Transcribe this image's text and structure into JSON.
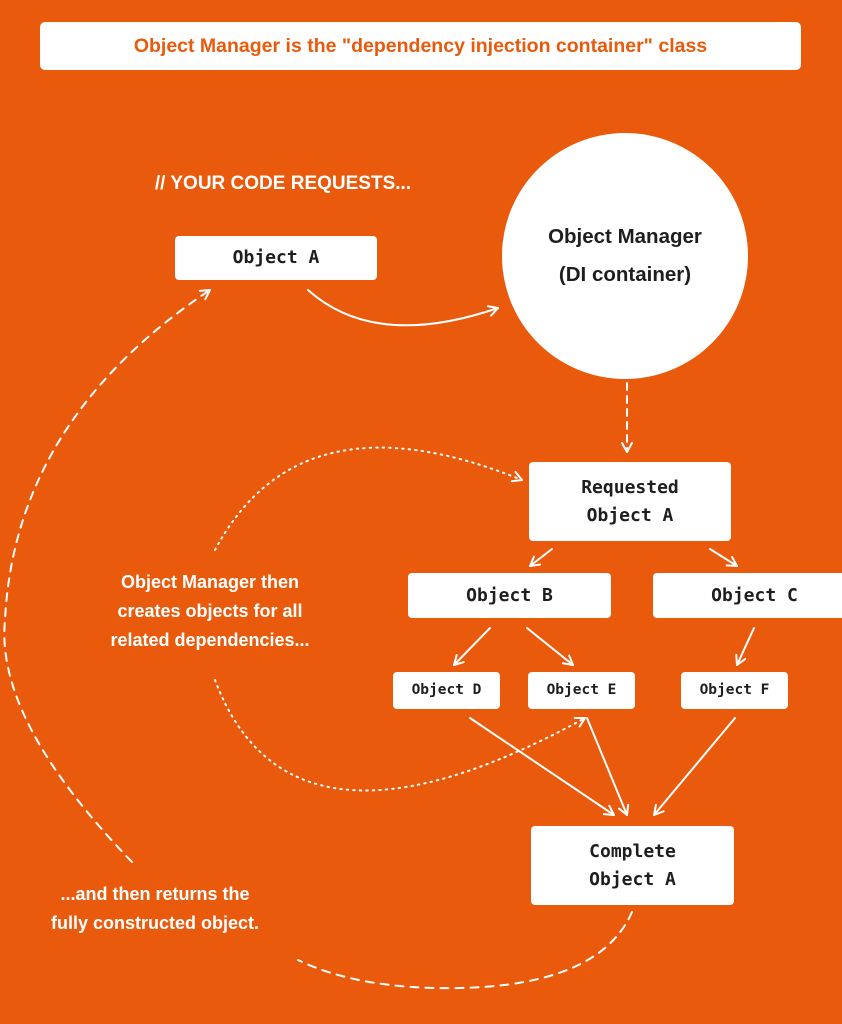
{
  "banner": "Object Manager is the \"dependency injection container\" class",
  "code_requests_label": "// YOUR CODE REQUESTS...",
  "object_a": "Object A",
  "object_manager": "Object Manager\n(DI container)",
  "requested": "Requested\nObject A",
  "object_b": "Object B",
  "object_c": "Object C",
  "object_d": "Object D",
  "object_e": "Object E",
  "object_f": "Object F",
  "complete": "Complete\nObject A",
  "creates_label": "Object Manager then\ncreates objects for all\nrelated dependencies...",
  "returns_label": "...and then returns the\nfully constructed object.",
  "colors": {
    "background": "#e95a0c",
    "box": "#ffffff",
    "text": "#1e1e1e"
  }
}
